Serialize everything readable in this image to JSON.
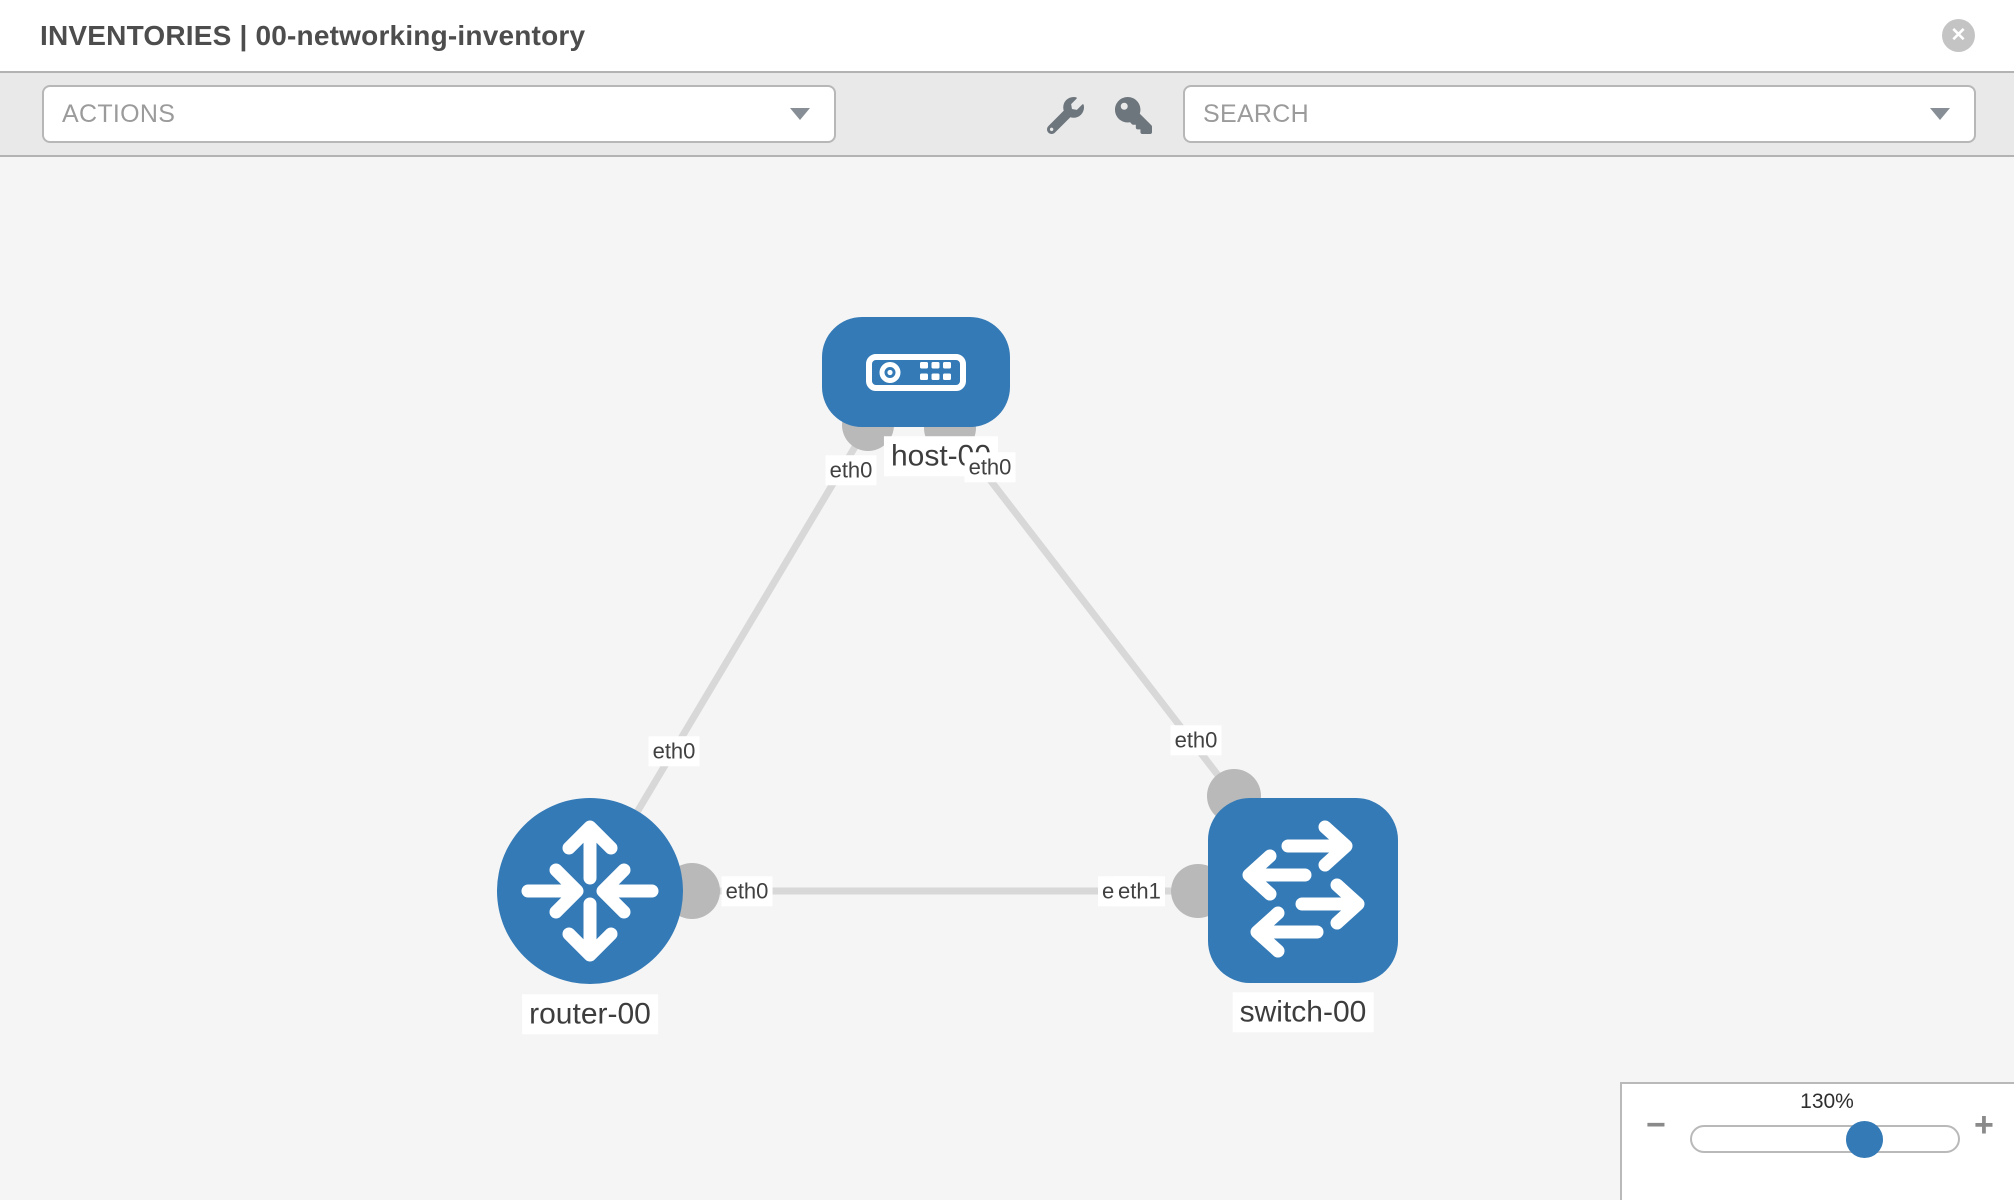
{
  "header": {
    "title": "INVENTORIES | 00-networking-inventory",
    "close_label": "✕"
  },
  "toolbar": {
    "actions_label": "ACTIONS",
    "search_placeholder": "SEARCH",
    "icons": [
      "wrench-icon",
      "key-icon",
      "chevron-down-icon"
    ]
  },
  "diagram": {
    "nodes": [
      {
        "label": "host-00",
        "type": "host",
        "icon": "host-device-icon"
      },
      {
        "label": "router-00",
        "type": "router",
        "icon": "router-arrows-icon"
      },
      {
        "label": "switch-00",
        "type": "switch",
        "icon": "switch-arrows-icon"
      }
    ],
    "links": [
      {
        "from": "host-00",
        "from_if": "eth0",
        "to": "router-00",
        "to_if": "eth0"
      },
      {
        "from": "host-00",
        "from_if": "eth0",
        "to": "switch-00",
        "to_if": "eth0"
      },
      {
        "from": "router-00",
        "from_if": "eth0",
        "to": "switch-00",
        "to_if": "eth1"
      }
    ]
  },
  "zoom_control": {
    "level": "130%",
    "minus_label": "−",
    "plus_label": "+",
    "thumb_position_pct": 64
  },
  "colors": {
    "node_blue": "#337ab7",
    "link_gray": "#d8d8d8",
    "connector_gray": "#b9b9b9",
    "toolbar_bg": "#e9e9e9",
    "canvas_bg": "#f5f5f5"
  }
}
